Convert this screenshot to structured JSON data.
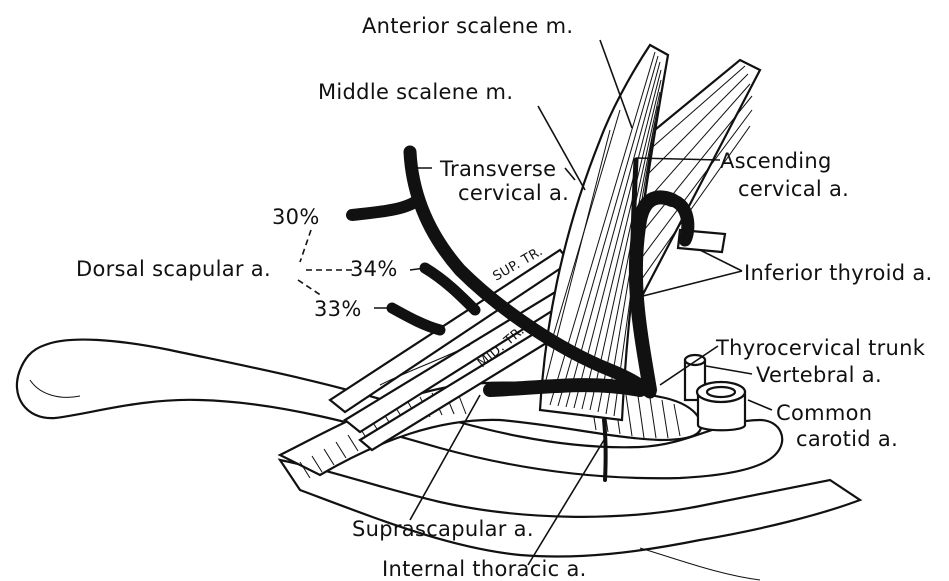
{
  "labels": {
    "anterior_scalene": "Anterior scalene m.",
    "middle_scalene": "Middle scalene m.",
    "transverse_cervical_1": "Transverse",
    "transverse_cervical_2": "cervical a.",
    "ascending_cervical_1": "Ascending",
    "ascending_cervical_2": "cervical a.",
    "pct_30": "30%",
    "pct_34": "34%",
    "pct_33": "33%",
    "dorsal_scapular": "Dorsal scapular a.",
    "inferior_thyroid": "Inferior thyroid a.",
    "thyrocervical_trunk": "Thyrocervical trunk",
    "vertebral": "Vertebral a.",
    "common_carotid_1": "Common",
    "common_carotid_2": "carotid a.",
    "suprascapular": "Suprascapular a.",
    "internal_thoracic": "Internal thoracic a.",
    "sup_tr": "SUP. TR.",
    "mid_tr": "MID. TR."
  },
  "colors": {
    "ink": "#111111",
    "paper": "#ffffff"
  }
}
